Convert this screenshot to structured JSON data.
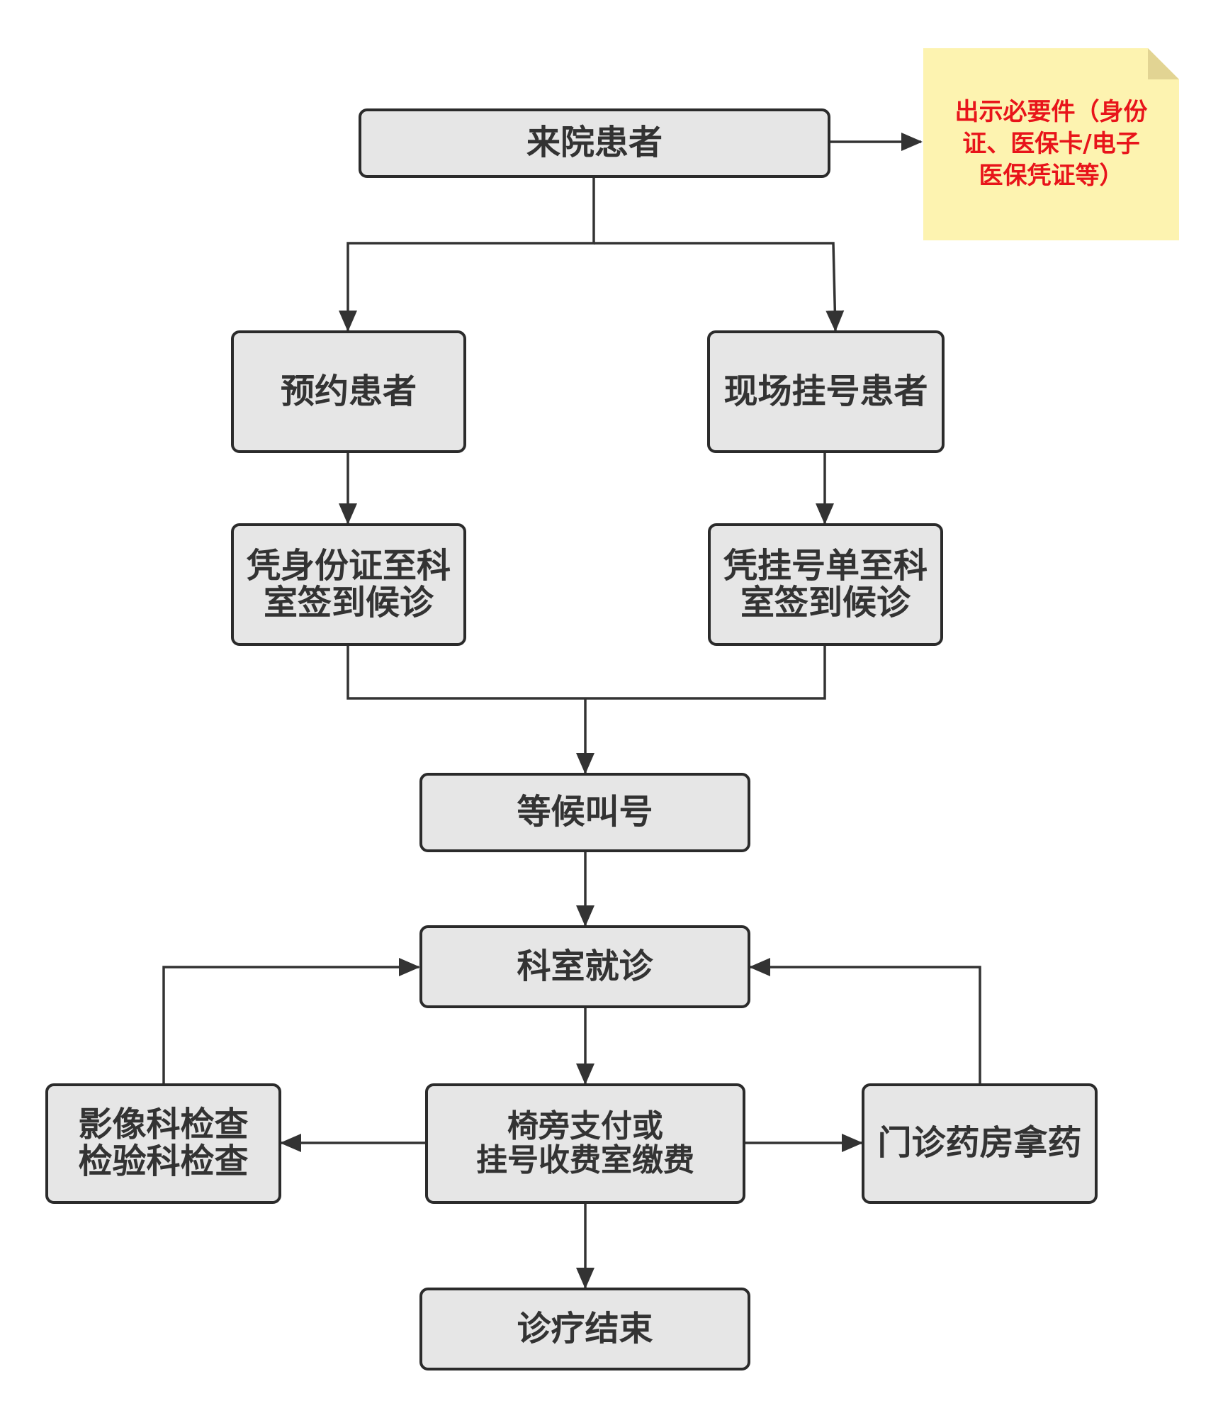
{
  "nodes": {
    "patient_arrival": "来院患者",
    "appointment_patient": "预约患者",
    "onsite_patient": "现场挂号患者",
    "id_checkin": "凭身份证至科\n室签到候诊",
    "slip_checkin": "凭挂号单至科\n室签到候诊",
    "wait_call": "等候叫号",
    "consultation": "科室就诊",
    "exams": "影像科检查\n检验科检查",
    "payment": "椅旁支付或\n挂号收费室缴费",
    "pharmacy": "门诊药房拿药",
    "end": "诊疗结束"
  },
  "note": {
    "text": "出示必要件（身份\n证、医保卡/电子\n医保凭证等）",
    "text_color": "#e8141a",
    "fill_color": "#fdf3b0",
    "fold_color": "#e2d493"
  },
  "colors": {
    "node_fill": "#e6e6e6",
    "node_border": "#2b2b2b",
    "connector": "#333333",
    "text": "#333333"
  }
}
